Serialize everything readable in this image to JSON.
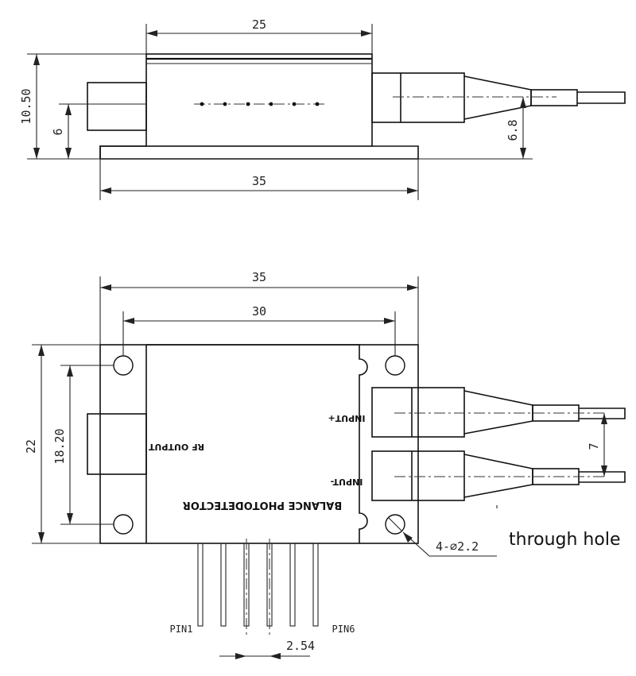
{
  "side_view": {
    "dimensions": {
      "top_width": "25",
      "bottom_width": "35",
      "total_height": "10.50",
      "output_height": "6",
      "fiber_height": "6.8"
    }
  },
  "top_view": {
    "dimensions": {
      "overall_width": "35",
      "hole_spacing_width": "30",
      "overall_height": "22",
      "hole_spacing_height": "18.20",
      "fiber_spacing": "7",
      "pin_pitch": "2.54",
      "hole_callout": "4-⌀2.2"
    },
    "labels": {
      "rf_output": "RF OUTPUT",
      "input_plus": "INPUT+",
      "input_minus": "INPUT-",
      "device_name": "BALANCE PHOTODETECTOR",
      "pin_first": "PIN1",
      "pin_last": "PIN6"
    }
  },
  "annotation": {
    "through_hole": "through hole"
  }
}
